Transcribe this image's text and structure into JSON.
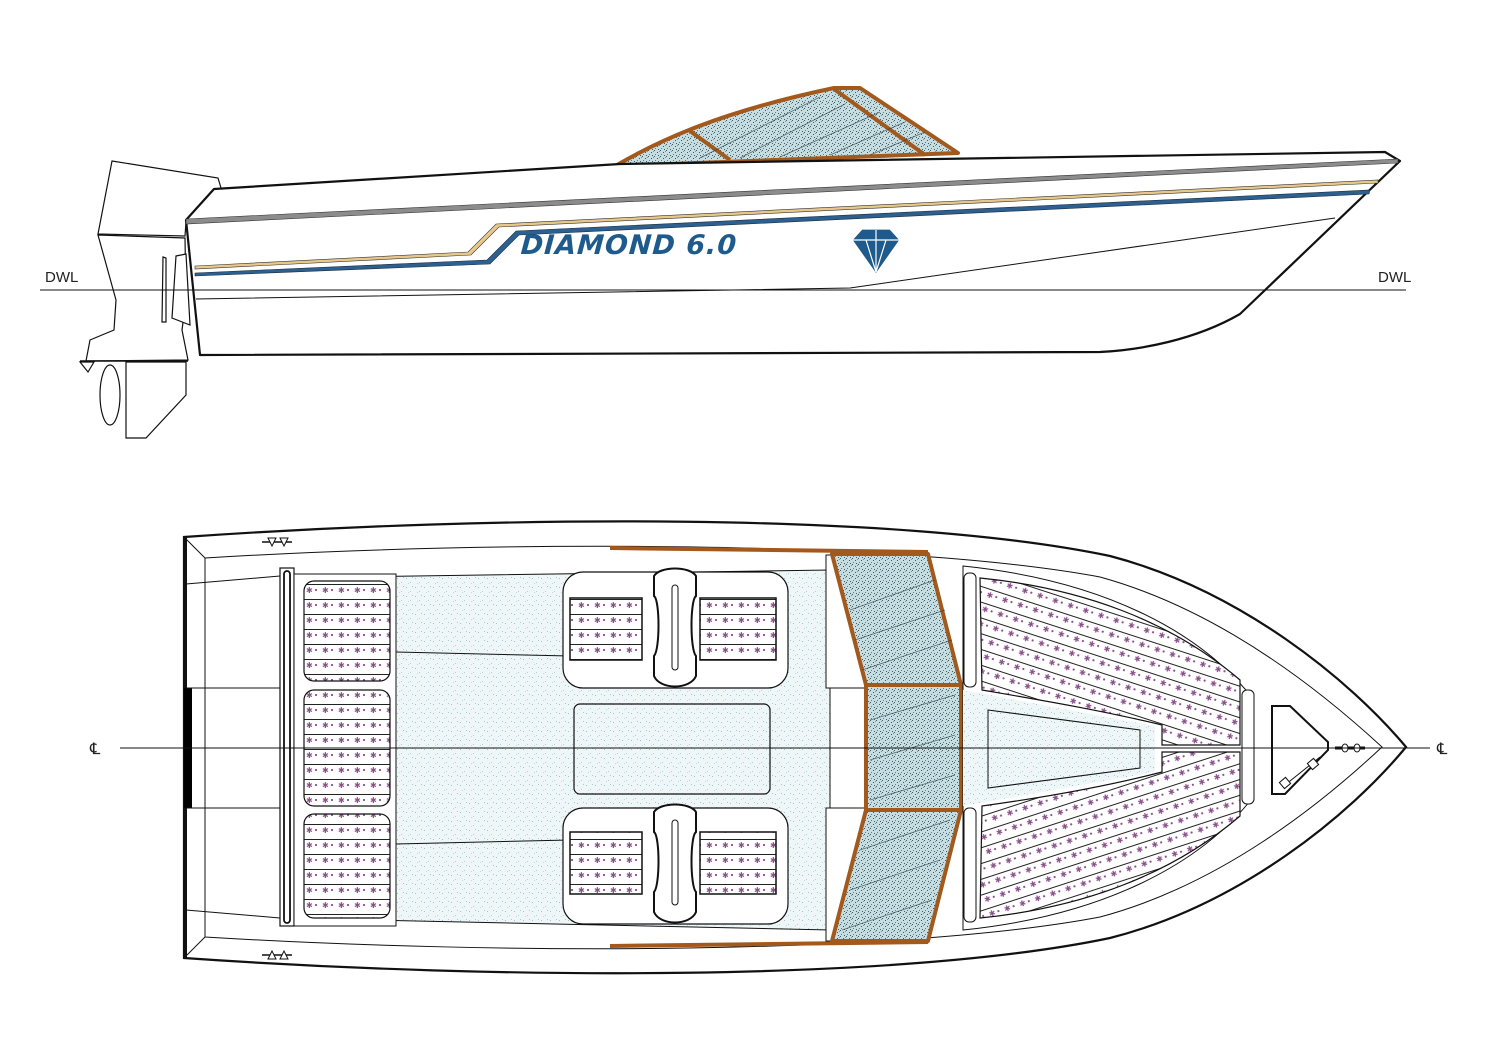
{
  "drawing": {
    "title": "Diamond 6.0 boat general arrangement",
    "views": [
      "profile",
      "plan"
    ]
  },
  "profile": {
    "brand_text": "DIAMOND 6.0",
    "waterline_label_left": "DWL",
    "waterline_label_right": "DWL",
    "logo_icon": "diamond-gem-icon"
  },
  "plan": {
    "centerline_label_left": "℄",
    "centerline_label_right": "℄"
  },
  "colors": {
    "brand_blue": "#1f5a8c",
    "stripe_tan": "#e8c88a",
    "stripe_blue": "#2d5f8f",
    "rubrail_gray": "#8c8c8c",
    "frame_brown": "#a3581c",
    "glass_fill": "#bcd6dc",
    "floor_fill": "#e6f1f3",
    "cushion_dot": "#8a4f8a"
  }
}
